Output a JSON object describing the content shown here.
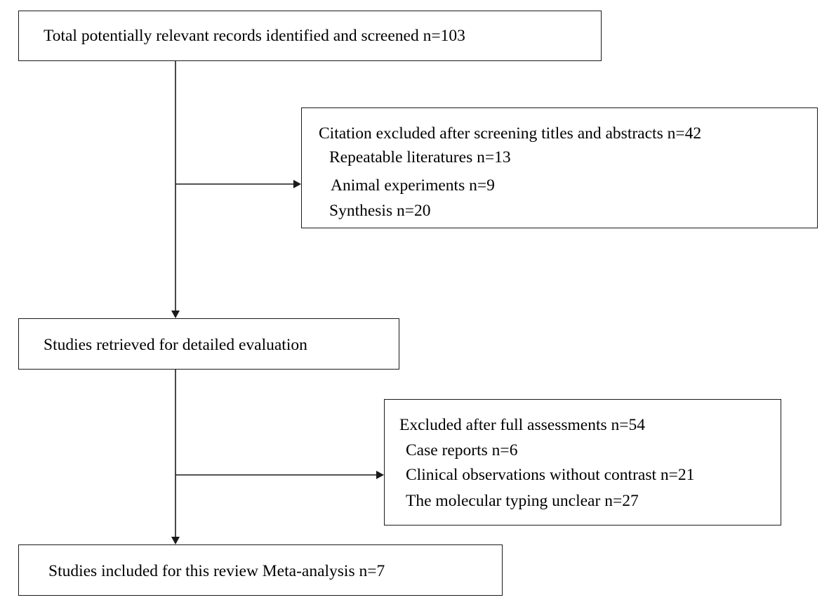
{
  "flow": {
    "identified": "Total potentially relevant records identified and screened n=103",
    "excluded_screening": {
      "title": "Citation excluded after screening titles and abstracts n=42",
      "items": [
        "Repeatable literatures n=13",
        "Animal experiments n=9",
        "Synthesis n=20"
      ]
    },
    "retrieved": "Studies retrieved for detailed evaluation",
    "excluded_full": {
      "title": "Excluded after full assessments n=54",
      "items": [
        "Case reports n=6",
        "Clinical observations without contrast n=21",
        "The molecular typing unclear n=27"
      ]
    },
    "included": "Studies included for this review Meta-analysis n=7"
  }
}
